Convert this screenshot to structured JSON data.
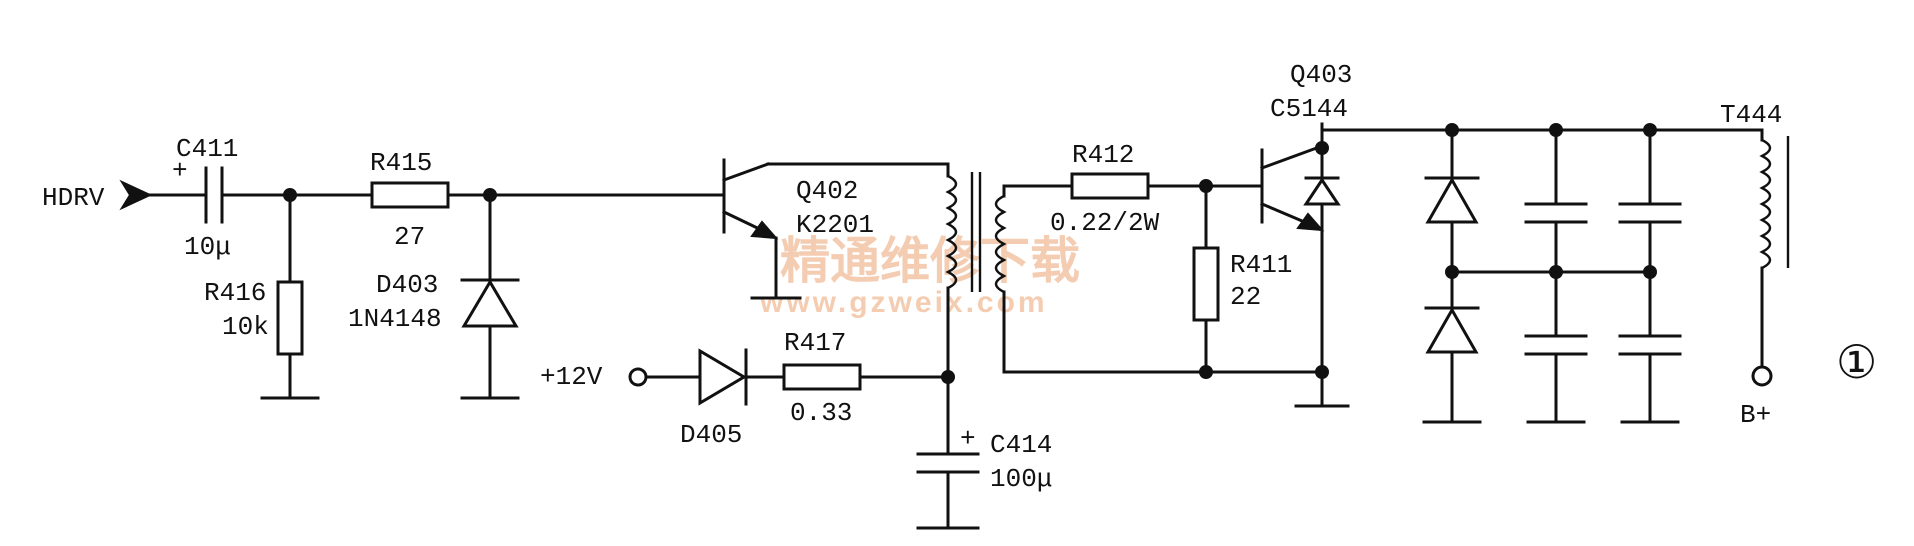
{
  "labels": {
    "hdrv": "HDRV",
    "c411": "C411",
    "c411_val": "10μ",
    "r415": "R415",
    "r415_val": "27",
    "r416": "R416",
    "r416_val": "10k",
    "d403": "D403",
    "d403_part": "1N4148",
    "q402": "Q402",
    "q402_part": "K2201",
    "vcc": "+12V",
    "d405": "D405",
    "r417": "R417",
    "r417_val": "0.33",
    "c414": "C414",
    "c414_val": "100μ",
    "r412": "R412",
    "r412_val": "0.22/2W",
    "r411": "R411",
    "r411_val": "22",
    "q403": "Q403",
    "q403_part": "C5144",
    "t444": "T444",
    "bplus": "B+",
    "plus_sign": "+",
    "figure_number": "①"
  },
  "watermark": {
    "text": "精通维修下载",
    "url": "www.gzweix.com"
  },
  "colors": {
    "ink": "#111111",
    "watermark": "#f2c4a4",
    "background": "#ffffff"
  }
}
